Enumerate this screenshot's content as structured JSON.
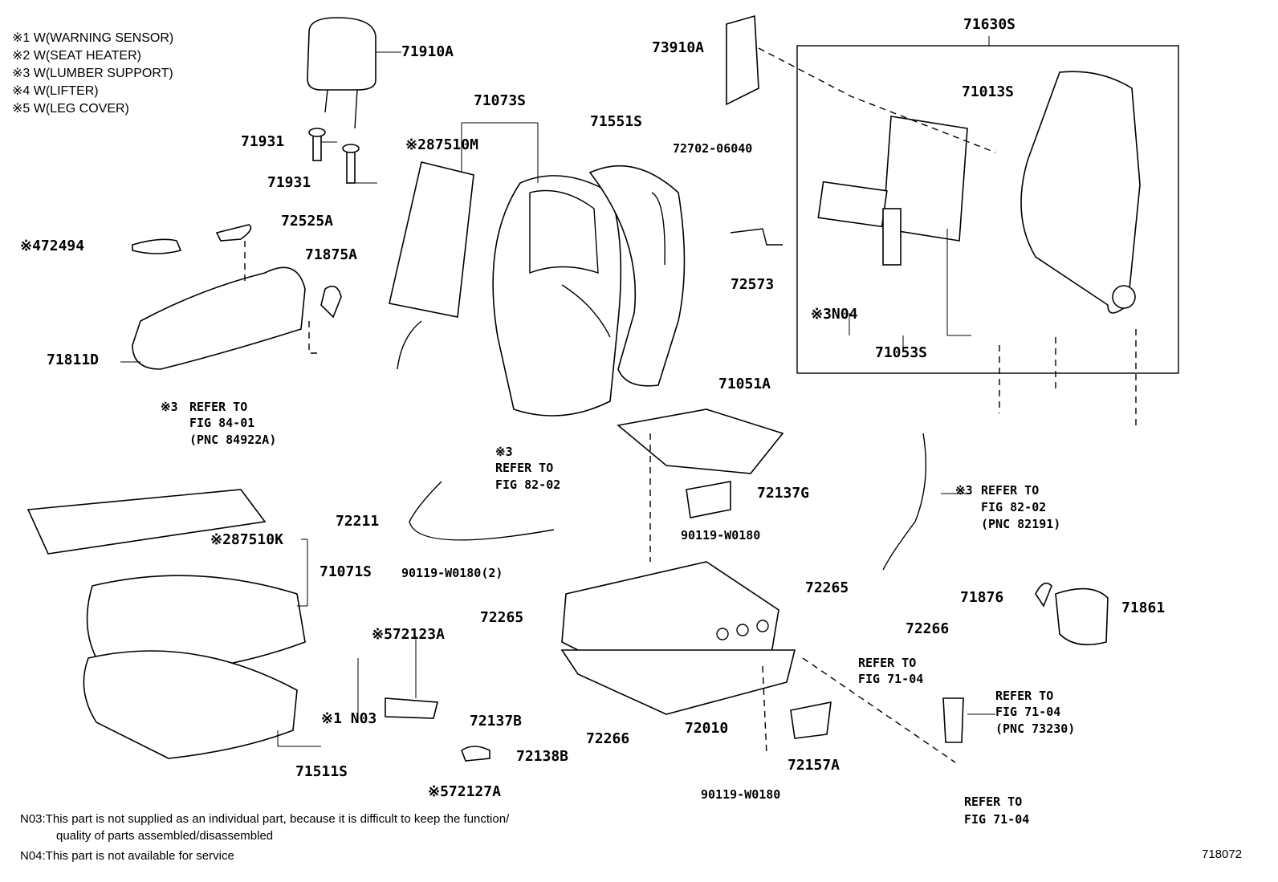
{
  "legend": [
    "※1 W(WARNING SENSOR)",
    "※2 W(SEAT HEATER)",
    "※3 W(LUMBER SUPPORT)",
    "※4 W(LIFTER)",
    "※5 W(LEG COVER)"
  ],
  "parts": {
    "p71910A": "71910A",
    "p71931a": "71931",
    "p71931b": "71931",
    "p72525A": "72525A",
    "p72494": "※472494",
    "p71875A": "71875A",
    "p71811D": "71811D",
    "p71073S": "71073S",
    "p87510M": "※287510M",
    "p71551S": "71551S",
    "p73910A": "73910A",
    "p72702": "72702-06040",
    "p72573": "72573",
    "p71630S": "71630S",
    "p71013S": "71013S",
    "pN04": "※3N04",
    "p71053S": "71053S",
    "p71051A": "71051A",
    "p72137G": "72137G",
    "p90119a": "90119-W0180",
    "p72211": "72211",
    "p87510K": "※287510K",
    "p71071S": "71071S",
    "p90119b": "90119-W0180(2)",
    "p72265a": "72265",
    "p72265b": "72265",
    "p72123A": "※572123A",
    "pN03": "※1 N03",
    "p72137B": "72137B",
    "p72266a": "72266",
    "p72266b": "72266",
    "p72138B": "72138B",
    "p72010": "72010",
    "p72157A": "72157A",
    "p90119c": "90119-W0180",
    "p71511S": "71511S",
    "p72127A": "※572127A",
    "p71876": "71876",
    "p71861": "71861"
  },
  "refs": {
    "r1_mark": "※3",
    "r1_l1": "REFER TO",
    "r1_l2": "FIG 84-01",
    "r1_l3": "(PNC 84922A)",
    "r2_mark": "※3",
    "r2_l1": "REFER TO",
    "r2_l2": "FIG 82-02",
    "r3_mark": "※3",
    "r3_l1": "REFER TO",
    "r3_l2": "FIG 82-02",
    "r3_l3": "(PNC 82191)",
    "r4_l1": "REFER TO",
    "r4_l2": "FIG 71-04",
    "r5_l1": "REFER TO",
    "r5_l2": "FIG 71-04",
    "r5_l3": "(PNC 73230)",
    "r6_l1": "REFER TO",
    "r6_l2": "FIG 71-04"
  },
  "notes": {
    "n03_a": "N03:This part is not supplied as an individual part, because it is difficult to keep the function/",
    "n03_b": "quality of parts assembled/disassembled",
    "n04": "N04:This part is not available for service"
  },
  "figure_id": "718072"
}
